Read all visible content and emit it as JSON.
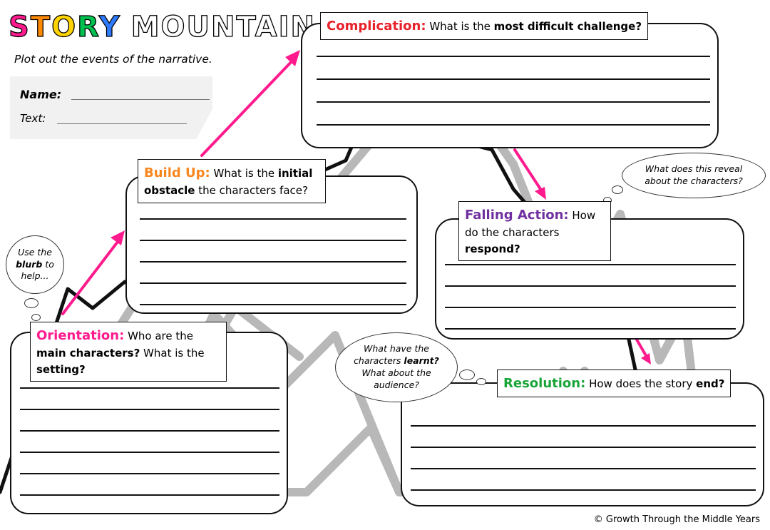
{
  "worksheet": {
    "title": {
      "word1_letters": [
        {
          "char": "S",
          "color": "#ff1b8d"
        },
        {
          "char": "T",
          "color": "#ff8a00"
        },
        {
          "char": "O",
          "color": "#ffd400"
        },
        {
          "char": "R",
          "color": "#00c050"
        },
        {
          "char": "Y",
          "color": "#2f7bff"
        }
      ],
      "word2": "MOUNTAIN"
    },
    "instruction": "Plot out the events of the narrative.",
    "name_label": "Name:",
    "text_label": "Text:",
    "copyright": "© Growth Through the Middle Years"
  },
  "sections": {
    "orientation": {
      "heading": "Orientation:",
      "color": "#ff1b8d",
      "prompt_parts": [
        "Who are the ",
        "main characters?",
        " What is the ",
        "setting?"
      ]
    },
    "buildup": {
      "heading": "Build Up:",
      "color": "#f7871f",
      "prompt_parts": [
        "What is the ",
        "initial obstacle",
        " the characters face?"
      ]
    },
    "complication": {
      "heading": "Complication:",
      "color": "#e8202a",
      "prompt_parts": [
        "What is the ",
        "most difficult challenge?"
      ]
    },
    "falling": {
      "heading": "Falling Action:",
      "color": "#7030a0",
      "prompt_parts": [
        "How do the characters ",
        "respond?"
      ]
    },
    "resolution": {
      "heading": "Resolution:",
      "color": "#1aa538",
      "prompt_parts": [
        "How does the story ",
        "end?"
      ]
    }
  },
  "bubbles": {
    "blurb": {
      "before": "Use the",
      "bold": "blurb",
      "after": "to help..."
    },
    "reveal": {
      "text": "What does this reveal about the characters?"
    },
    "learnt": {
      "before": "What have the characters",
      "bold": "learnt?",
      "after": "What about the audience?"
    }
  },
  "colors": {
    "arrow": "#ff1b8d",
    "mountain_front": "#111111",
    "mountain_back": "#b8b8b8"
  }
}
